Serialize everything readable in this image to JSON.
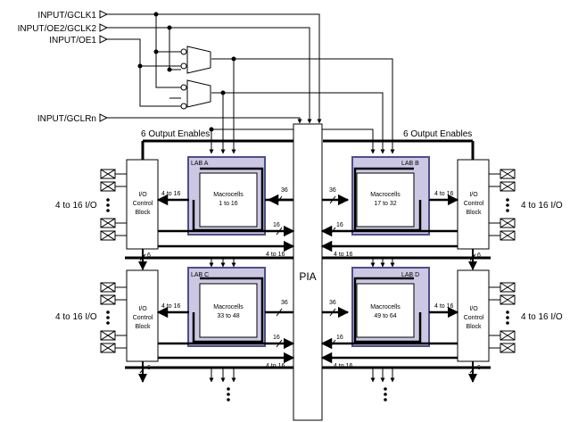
{
  "inputs": {
    "gclk1": "INPUT/GCLK1",
    "oe2_gclk2": "INPUT/OE2/GCLK2",
    "oe1": "INPUT/OE1",
    "gclrn": "INPUT/GCLRn"
  },
  "output_enables_left": "6 Output Enables",
  "output_enables_right": "6 Output Enables",
  "pia_label": "PIA",
  "labs": {
    "a": {
      "name": "LAB A",
      "macro_title": "Macrocells",
      "macro_range": "1 to 16"
    },
    "b": {
      "name": "LAB B",
      "macro_title": "Macrocells",
      "macro_range": "17 to 32"
    },
    "c": {
      "name": "LAB C",
      "macro_title": "Macrocells",
      "macro_range": "33 to 48"
    },
    "d": {
      "name": "LAB D",
      "macro_title": "Macrocells",
      "macro_range": "49 to 64"
    }
  },
  "io_block": {
    "line1": "I/O",
    "line2": "Control",
    "line3": "Block"
  },
  "io_label": "4 to 16 I/O",
  "bus": {
    "four_to_16": "4 to 16",
    "thirty_six": "36",
    "sixteen": "16",
    "six": "6"
  },
  "colors": {
    "lab_fill": "#ccc8e4",
    "lab_border": "#4d4f8a",
    "line": "#000000"
  }
}
